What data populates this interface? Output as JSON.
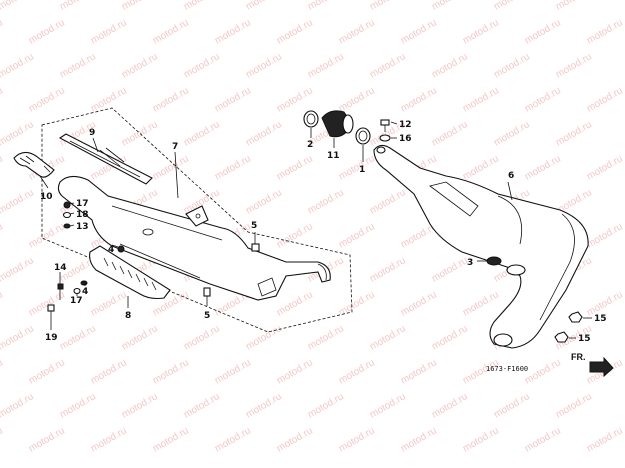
{
  "diagram": {
    "code": "1673-F1600",
    "direction": "FR.",
    "watermark": "motod.ru",
    "labels": {
      "p1": "1",
      "p2": "2",
      "p3": "3",
      "p4a": "4",
      "p4b": "4",
      "p5a": "5",
      "p5b": "5",
      "p6": "6",
      "p7": "7",
      "p8": "8",
      "p9": "9",
      "p10": "10",
      "p11": "11",
      "p12": "12",
      "p13": "13",
      "p14": "14",
      "p15a": "15",
      "p15b": "15",
      "p16": "16",
      "p17a": "17",
      "p17b": "17",
      "p18": "18",
      "p19": "19"
    }
  }
}
